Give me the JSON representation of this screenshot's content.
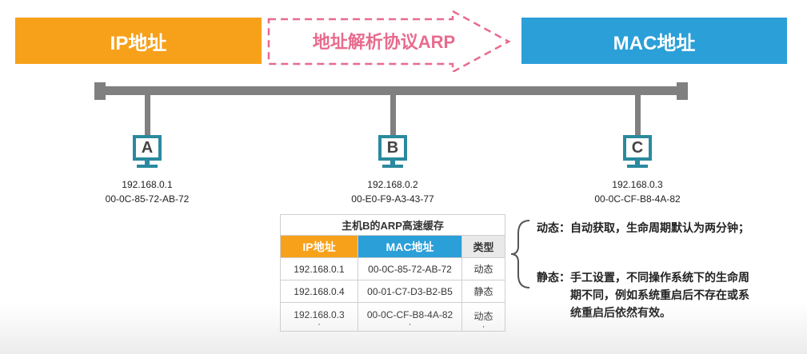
{
  "header": {
    "ip_label": "IP地址",
    "arrow_label": "地址解析协议ARP",
    "mac_label": "MAC地址"
  },
  "hosts": [
    {
      "letter": "A",
      "ip": "192.168.0.1",
      "mac": "00-0C-85-72-AB-72"
    },
    {
      "letter": "B",
      "ip": "192.168.0.2",
      "mac": "00-E0-F9-A3-43-77"
    },
    {
      "letter": "C",
      "ip": "192.168.0.3",
      "mac": "00-0C-CF-B8-4A-82"
    }
  ],
  "arp_table": {
    "caption": "主机B的ARP高速缓存",
    "headers": [
      "IP地址",
      "MAC地址",
      "类型"
    ],
    "rows": [
      {
        "ip": "192.168.0.1",
        "mac": "00-0C-85-72-AB-72",
        "type": "动态"
      },
      {
        "ip": "192.168.0.4",
        "mac": "00-01-C7-D3-B2-B5",
        "type": "静态"
      },
      {
        "ip": "192.168.0.3",
        "mac": "00-0C-CF-B8-4A-82",
        "type": "动态"
      }
    ],
    "ellipsis": "·"
  },
  "notes": {
    "dynamic_key": "动态：",
    "dynamic_text": "自动获取，生命周期默认为两分钟；",
    "static_key": "静态：",
    "static_line1": "手工设置，不同操作系统下的生命周",
    "static_line2": "期不同，例如系统重启后不存在或系",
    "static_line3": "统重启后依然有效。"
  },
  "colors": {
    "ip_orange": "#f7a11a",
    "mac_blue": "#2b9fd8",
    "arrow_pink": "#e86b8e",
    "host_teal": "#2a8a9e",
    "line_gray": "#808080"
  }
}
